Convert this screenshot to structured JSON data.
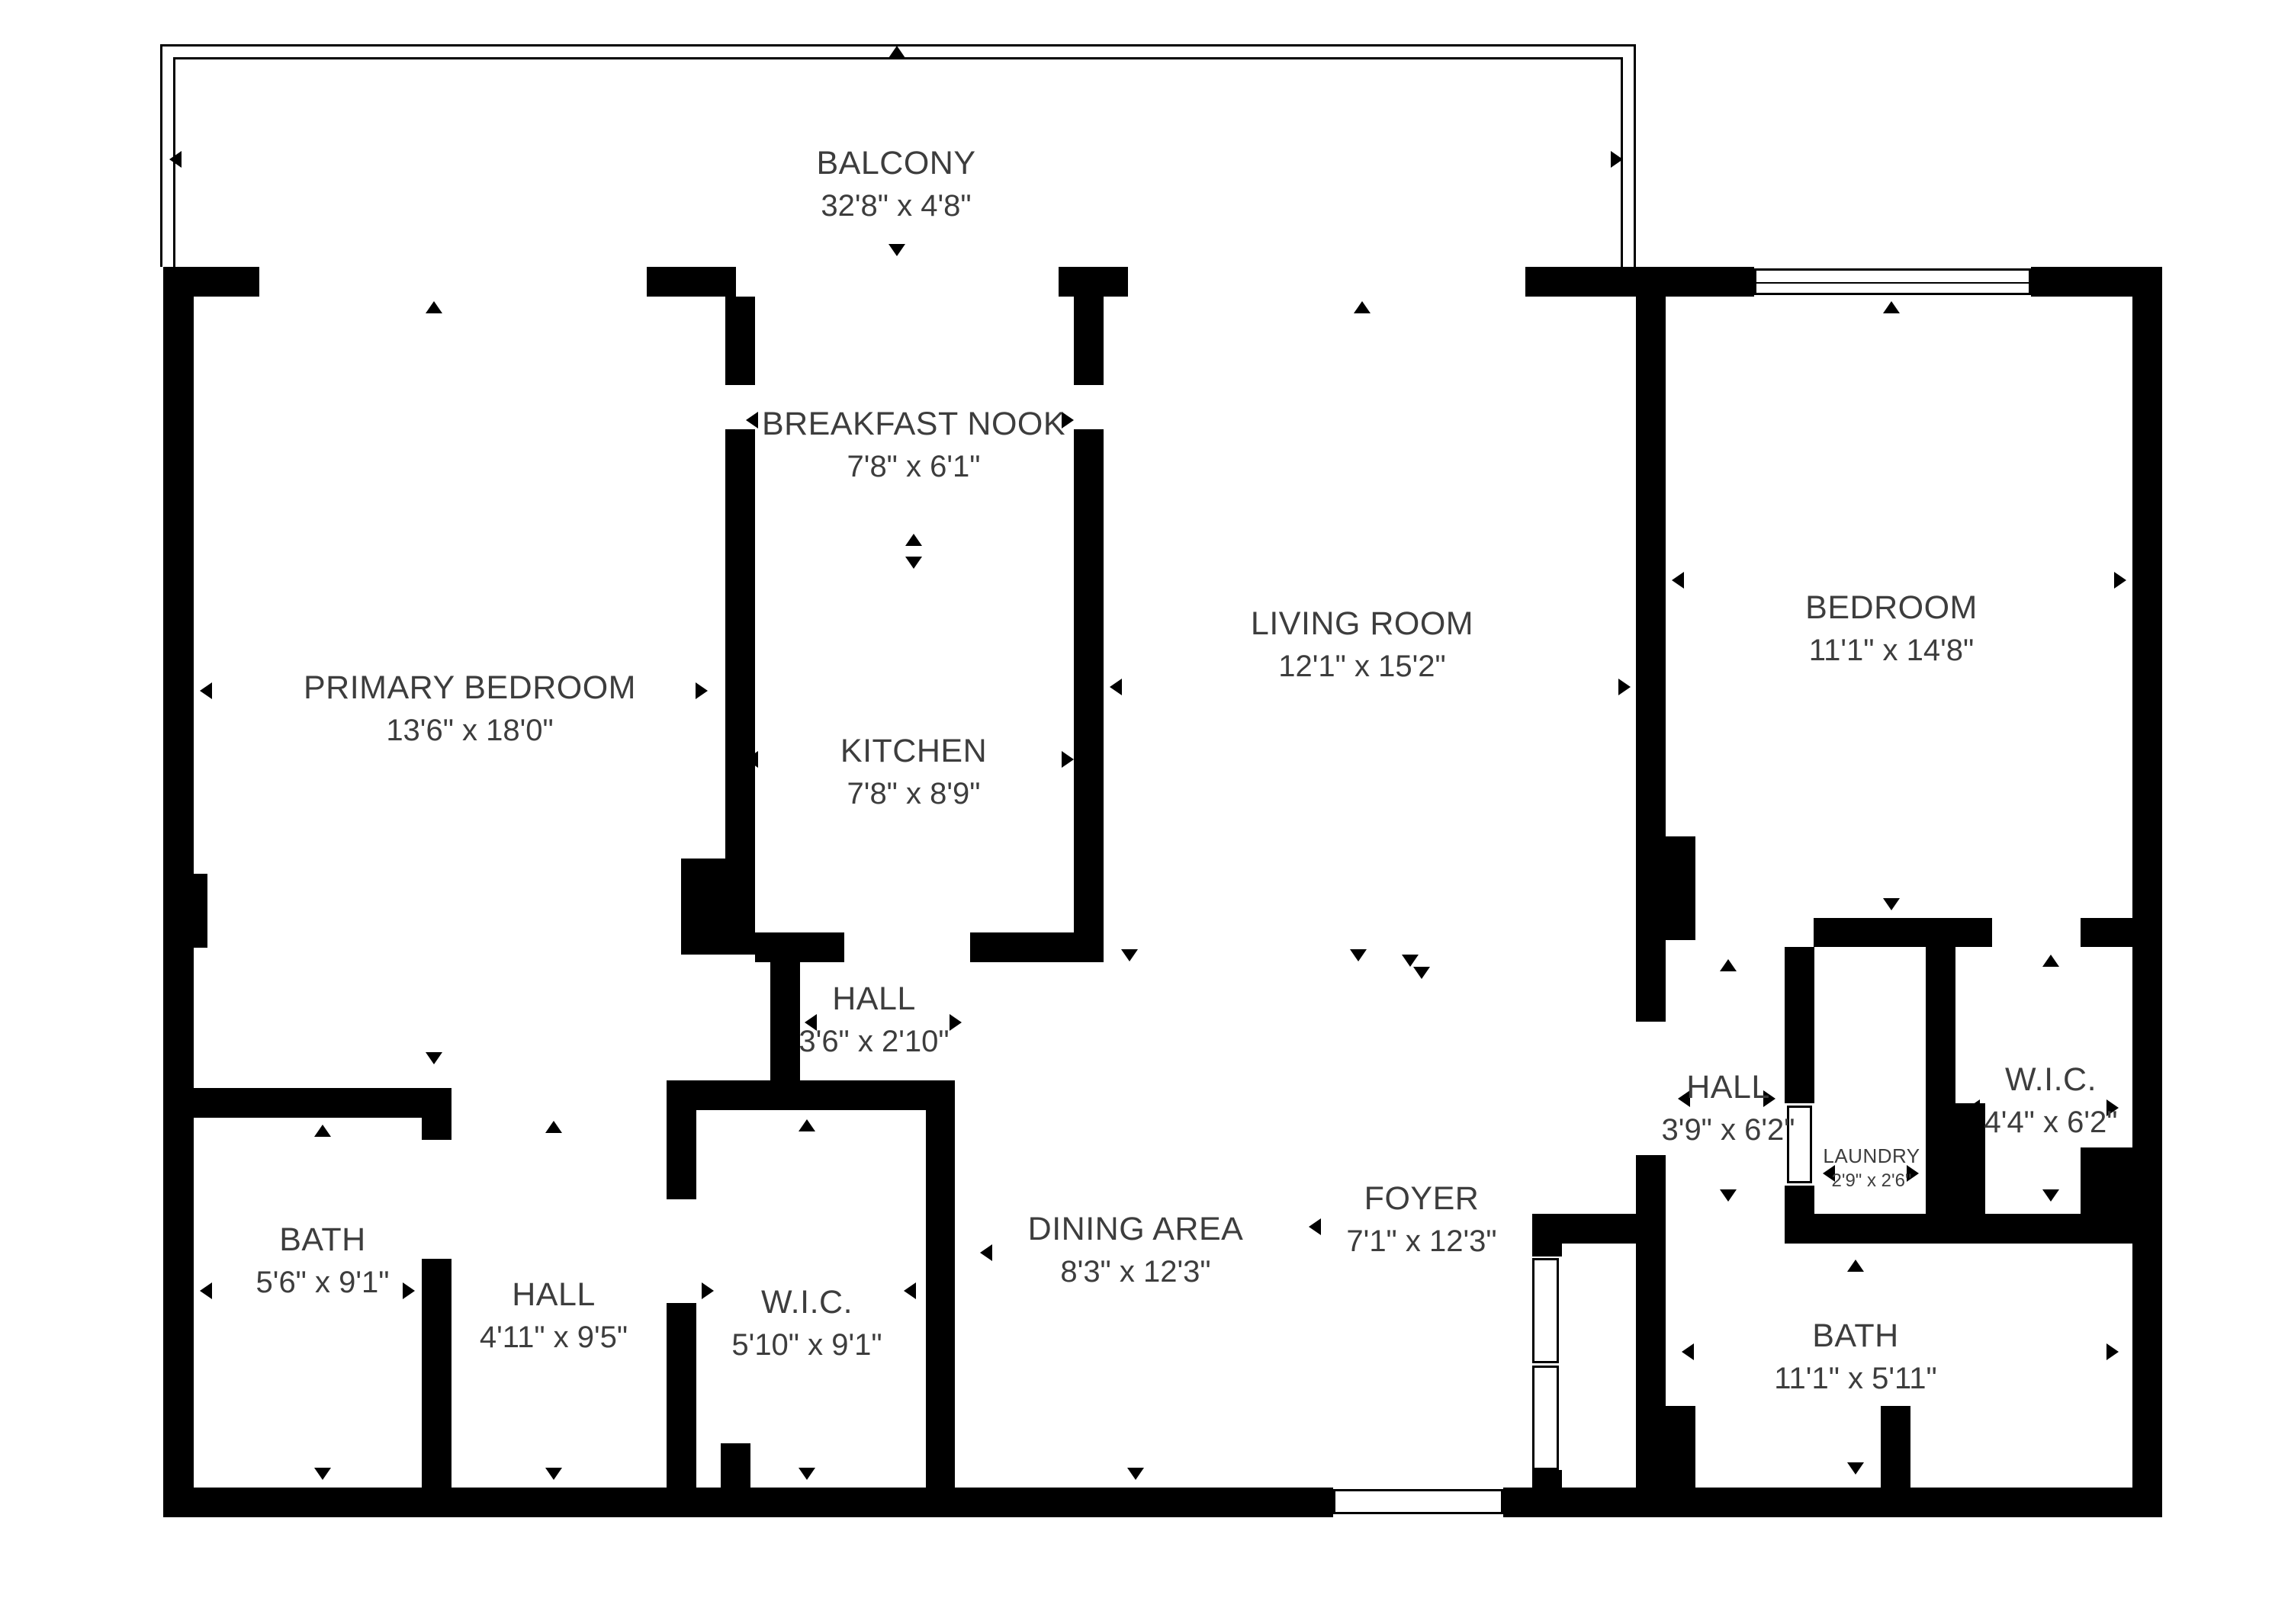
{
  "rooms": [
    {
      "name": "BALCONY",
      "dims": "32'8\" x 4'8\""
    },
    {
      "name": "PRIMARY BEDROOM",
      "dims": "13'6\" x 18'0\""
    },
    {
      "name": "BREAKFAST NOOK",
      "dims": "7'8\" x 6'1\""
    },
    {
      "name": "KITCHEN",
      "dims": "7'8\" x 8'9\""
    },
    {
      "name": "LIVING ROOM",
      "dims": "12'1\" x 15'2\""
    },
    {
      "name": "BEDROOM",
      "dims": "11'1\" x 14'8\""
    },
    {
      "name": "HALL",
      "dims": "3'6\" x 2'10\""
    },
    {
      "name": "BATH",
      "dims": "5'6\" x 9'1\""
    },
    {
      "name": "HALL",
      "dims": "4'11\" x 9'5\""
    },
    {
      "name": "W.I.C.",
      "dims": "5'10\" x 9'1\""
    },
    {
      "name": "DINING AREA",
      "dims": "8'3\" x 12'3\""
    },
    {
      "name": "FOYER",
      "dims": "7'1\" x 12'3\""
    },
    {
      "name": "HALL",
      "dims": "3'9\" x 6'2\""
    },
    {
      "name": "LAUNDRY",
      "dims": "2'9\" x 2'6\""
    },
    {
      "name": "W.I.C.",
      "dims": "4'4\" x 6'2\""
    },
    {
      "name": "BATH",
      "dims": "11'1\" x 5'11\""
    }
  ]
}
